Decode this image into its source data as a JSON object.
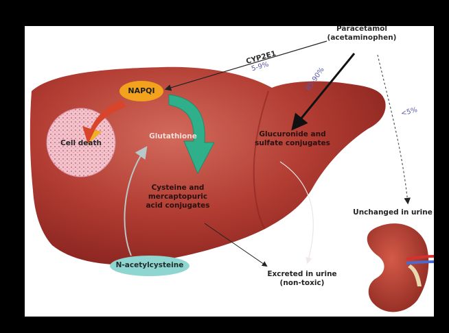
{
  "labels": {
    "paracetamol_line1": "Paracetamol",
    "paracetamol_line2": "(acetaminophen)",
    "cyp2e1": "CYP2E1",
    "pct_cyp": "5-9%",
    "pct_gluc": "85-90%",
    "pct_unchanged": "<5%",
    "napqi": "NAPQI",
    "cell_death": "Cell death",
    "glutathione": "Glutathione",
    "gluc_line1": "Glucuronide and",
    "gluc_line2": "sulfate conjugates",
    "cyst_line1": "Cysteine and",
    "cyst_line2": "mercaptopuric",
    "cyst_line3": "acid conjugates",
    "unchanged": "Unchanged in urine",
    "nac": "N-acetylcysteine",
    "excreted_line1": "Excreted in urine",
    "excreted_line2": "(non-toxic)"
  },
  "colors": {
    "liver": "#a8302a",
    "liver_light": "#c85a4e",
    "napqi_fill": "#f2a21c",
    "green_arrow": "#2fb08a",
    "nac_fill": "#8fd6d0",
    "kidney": "#b03a2e",
    "cell_fill": "#f0b8c0"
  }
}
